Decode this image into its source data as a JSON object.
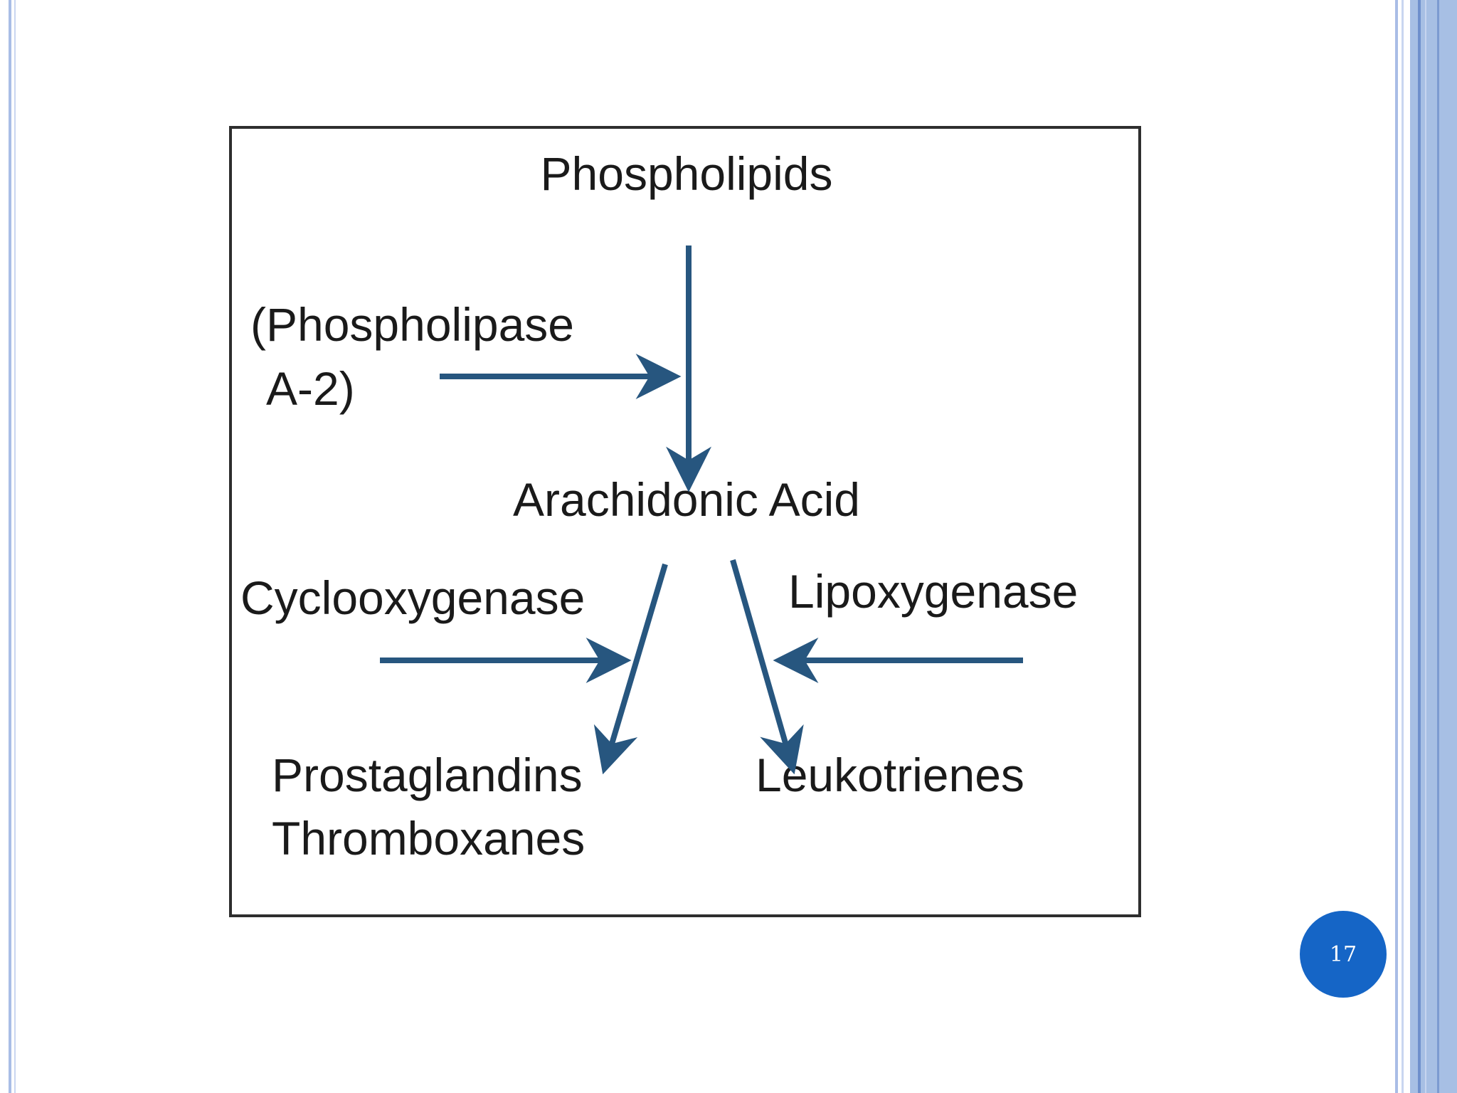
{
  "diagram": {
    "nodes": {
      "phospholipids": "Phospholipids",
      "arachidonic_acid": "Arachidonic Acid",
      "prostaglandins": "Prostaglandins",
      "thromboxanes": "Thromboxanes",
      "leukotrienes": "Leukotrienes"
    },
    "enzymes": {
      "phospholipase_line1": "(Phospholipase",
      "phospholipase_line2": "A-2)",
      "cyclooxygenase": "Cyclooxygenase",
      "lipoxygenase": "Lipoxygenase"
    },
    "colors": {
      "arrow": "#27567f",
      "text": "#1a1a1a",
      "border": "#2e2e2e"
    }
  },
  "slide": {
    "page_number": "17",
    "accent_color": "#1565c6"
  }
}
